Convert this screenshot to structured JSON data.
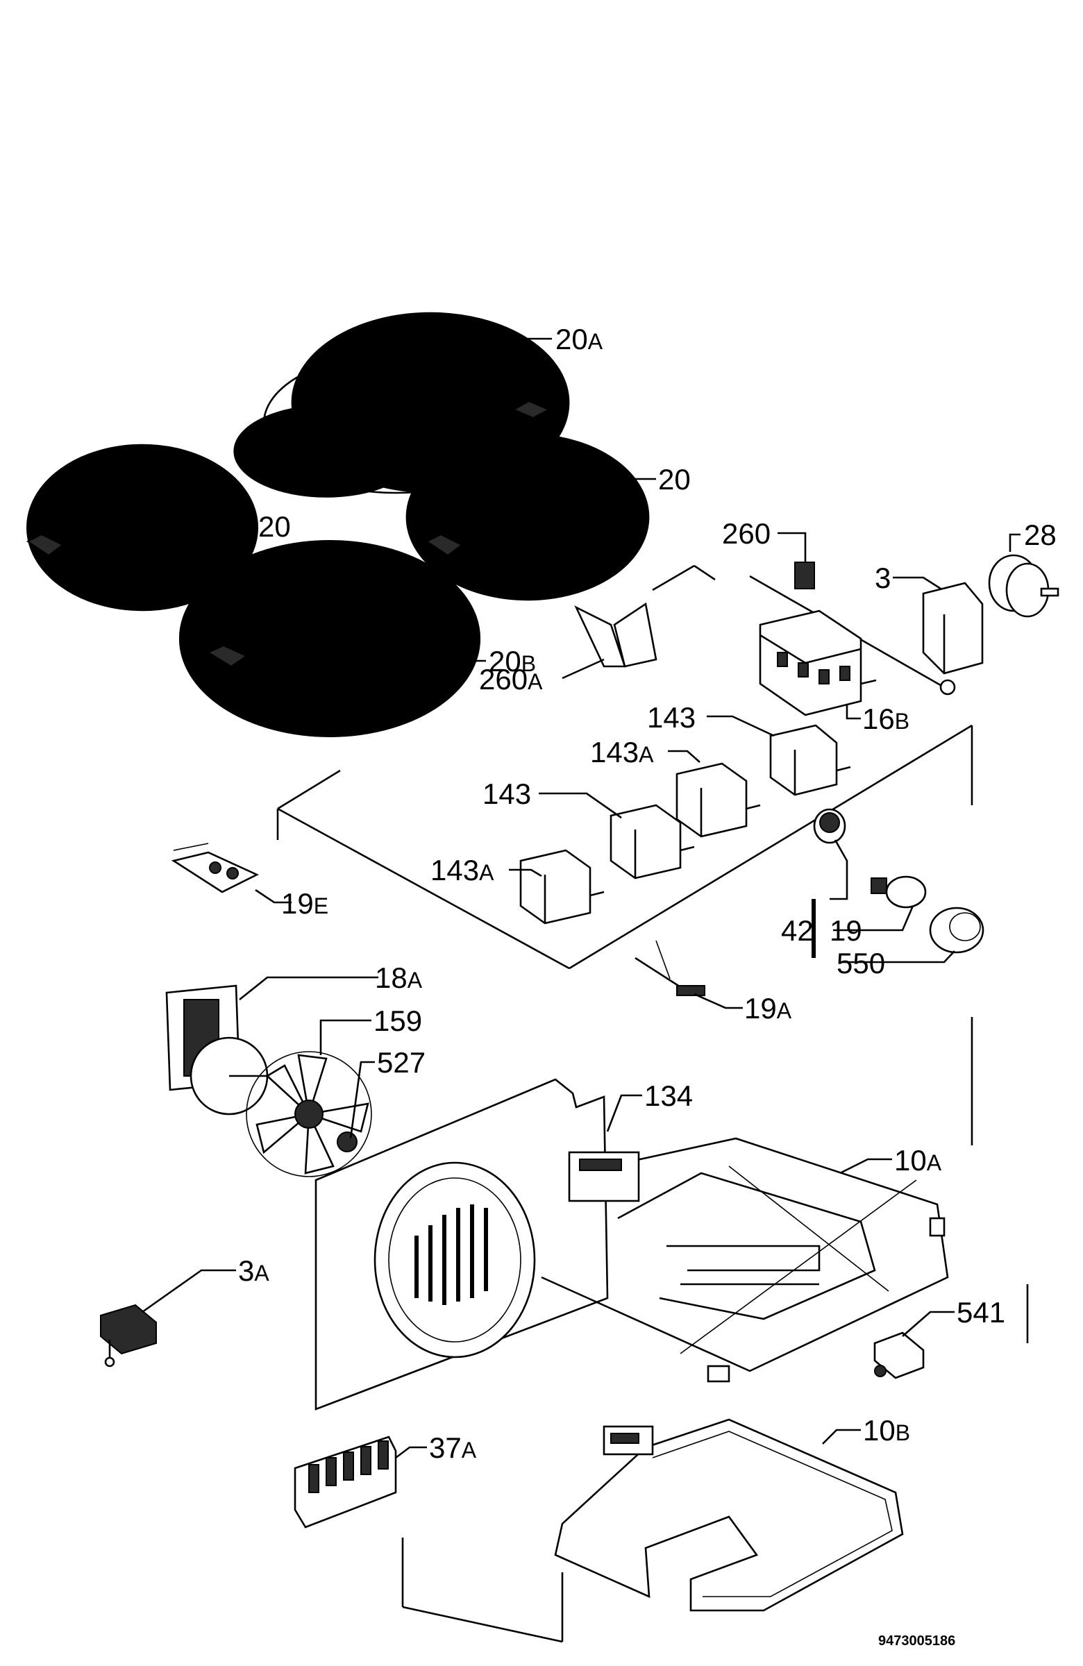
{
  "callouts": {
    "p20A": {
      "num": "20",
      "suffix": "A"
    },
    "p20_left": {
      "num": "20",
      "suffix": ""
    },
    "p20_right": {
      "num": "20",
      "suffix": ""
    },
    "p20B": {
      "num": "20",
      "suffix": "B"
    },
    "p260": {
      "num": "260",
      "suffix": ""
    },
    "p28": {
      "num": "28",
      "suffix": ""
    },
    "p3": {
      "num": "3",
      "suffix": ""
    },
    "p260A": {
      "num": "260",
      "suffix": "A"
    },
    "p143_top": {
      "num": "143",
      "suffix": ""
    },
    "p16B": {
      "num": "16",
      "suffix": "B"
    },
    "p143A_top": {
      "num": "143",
      "suffix": "A"
    },
    "p143_mid": {
      "num": "143",
      "suffix": ""
    },
    "p143A_bot": {
      "num": "143",
      "suffix": "A"
    },
    "p19E": {
      "num": "19",
      "suffix": "E"
    },
    "p42": {
      "num": "42",
      "suffix": ""
    },
    "p19": {
      "num": "19",
      "suffix": ""
    },
    "p550": {
      "num": "550",
      "suffix": ""
    },
    "p18A": {
      "num": "18",
      "suffix": "A"
    },
    "p19A": {
      "num": "19",
      "suffix": "A"
    },
    "p159": {
      "num": "159",
      "suffix": ""
    },
    "p527": {
      "num": "527",
      "suffix": ""
    },
    "p134": {
      "num": "134",
      "suffix": ""
    },
    "p10A": {
      "num": "10",
      "suffix": "A"
    },
    "p3A": {
      "num": "3",
      "suffix": "A"
    },
    "p541": {
      "num": "541",
      "suffix": ""
    },
    "p10B": {
      "num": "10",
      "suffix": "B"
    },
    "p37A": {
      "num": "37",
      "suffix": "A"
    }
  },
  "document_number": "9473005186"
}
